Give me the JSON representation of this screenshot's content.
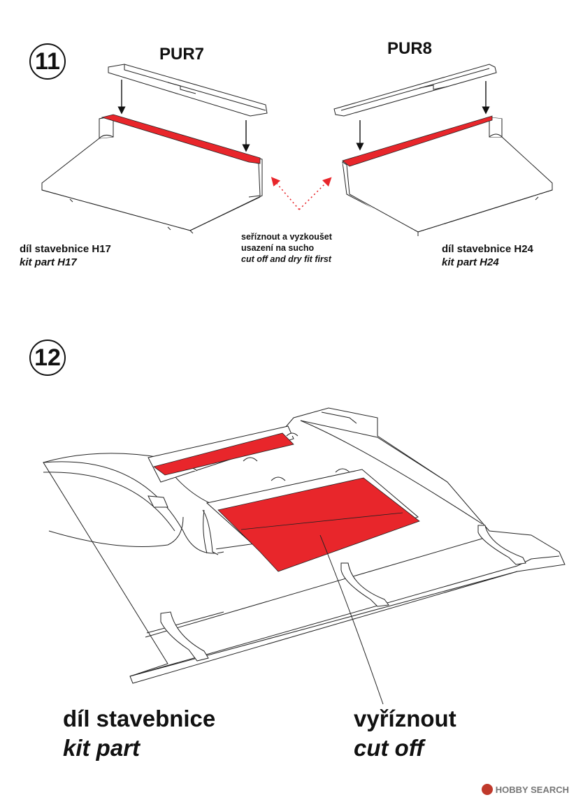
{
  "step11": {
    "number": "11",
    "left_part": "PUR7",
    "right_part": "PUR8",
    "left_label_cz": "díl stavebnice H17",
    "left_label_en": "kit part H17",
    "right_label_cz": "díl stavebnice H24",
    "right_label_en": "kit part H24",
    "note_cz_1": "seříznout a vyzkoušet",
    "note_cz_2": "usazení na sucho",
    "note_en": "cut off and dry fit first"
  },
  "step12": {
    "number": "12",
    "left_label_cz": "díl stavebnice",
    "left_label_en": "kit part",
    "right_label_cz": "vyříznout",
    "right_label_en": "cut off"
  },
  "watermark": "HOBBY SEARCH",
  "colors": {
    "cut_red": "#e8262b",
    "line": "#222222"
  }
}
